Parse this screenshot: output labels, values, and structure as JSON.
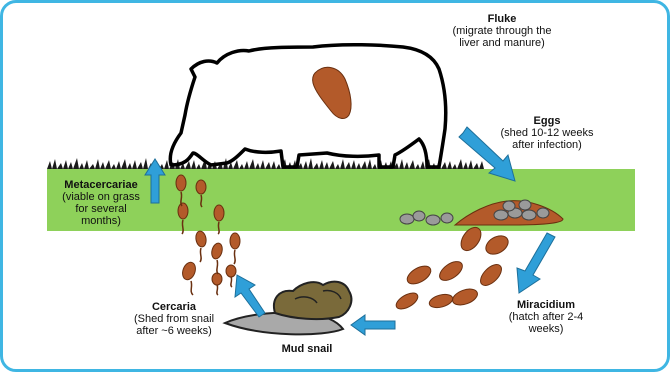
{
  "stages": {
    "fluke": {
      "title": "Fluke",
      "line1": "(migrate through the",
      "line2": "liver and manure)"
    },
    "eggs": {
      "title": "Eggs",
      "line1": "(shed 10-12 weeks",
      "line2": "after infection)"
    },
    "miracidium": {
      "title": "Miracidium",
      "line1": "(hatch after 2-4",
      "line2": "weeks)"
    },
    "snail": {
      "title": "Mud snail"
    },
    "cercaria": {
      "title": "Cercaria",
      "line1": "(Shed from snail",
      "line2": "after ~6 weeks)"
    },
    "metacercariae": {
      "title": "Metacercariae",
      "line1": "(viable on grass",
      "line2": "for several",
      "line3": "months)"
    }
  },
  "colors": {
    "border": "#3fb6e3",
    "grass": "#8ed15a",
    "arrow": "#2f9fd8",
    "parasite": "#b35a2a",
    "snail": "#7a6a3a",
    "egg": "#9a9a9a"
  }
}
